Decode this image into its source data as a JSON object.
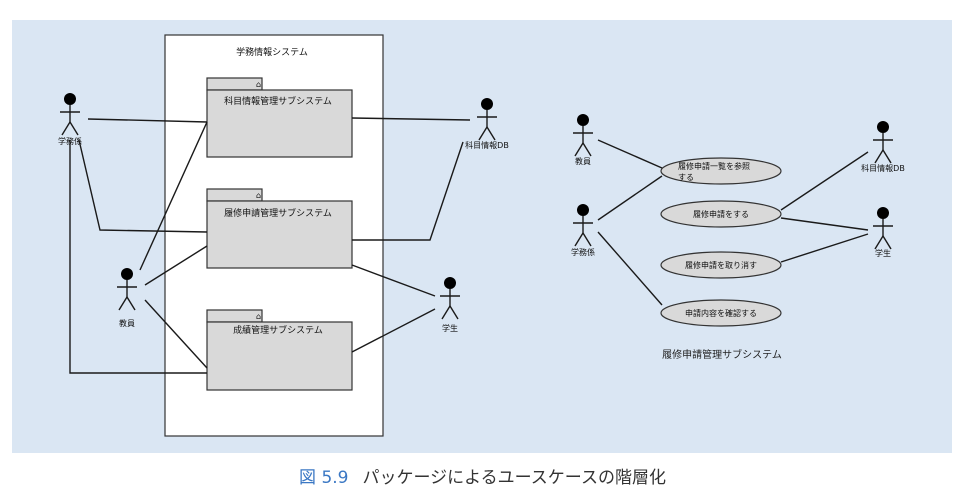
{
  "left_diagram": {
    "system_title": "学務情報システム",
    "packages": [
      {
        "id": "pkg1",
        "label": "科目情報管理サブシステム"
      },
      {
        "id": "pkg2",
        "label": "履修申請管理サブシステム"
      },
      {
        "id": "pkg3",
        "label": "成績管理サブシステム"
      }
    ],
    "actors": [
      {
        "id": "gakumu",
        "label": "学務係"
      },
      {
        "id": "kyoin",
        "label": "教員"
      },
      {
        "id": "gakusei",
        "label": "学生"
      },
      {
        "id": "db",
        "label": "科目情報DB"
      }
    ]
  },
  "right_diagram": {
    "title": "履修申請管理サブシステム",
    "actors": [
      {
        "id": "r_kyoin",
        "label": "教員"
      },
      {
        "id": "r_gakumu",
        "label": "学務係"
      },
      {
        "id": "r_db",
        "label": "科目情報DB"
      },
      {
        "id": "r_gakusei",
        "label": "学生"
      }
    ],
    "use_cases": [
      {
        "id": "uc1",
        "line1": "履修申請一覧を参照",
        "line2": "する"
      },
      {
        "id": "uc2",
        "label": "履修申請をする"
      },
      {
        "id": "uc3",
        "label": "履修申請を取り消す"
      },
      {
        "id": "uc4",
        "label": "申請内容を確認する"
      }
    ]
  },
  "caption": {
    "figure_number": "図 5.9",
    "text": "パッケージによるユースケースの階層化"
  },
  "colors": {
    "panel_bg": "#dae6f3",
    "package_fill": "#d9d9d9",
    "caption_number": "#3b78c4"
  }
}
